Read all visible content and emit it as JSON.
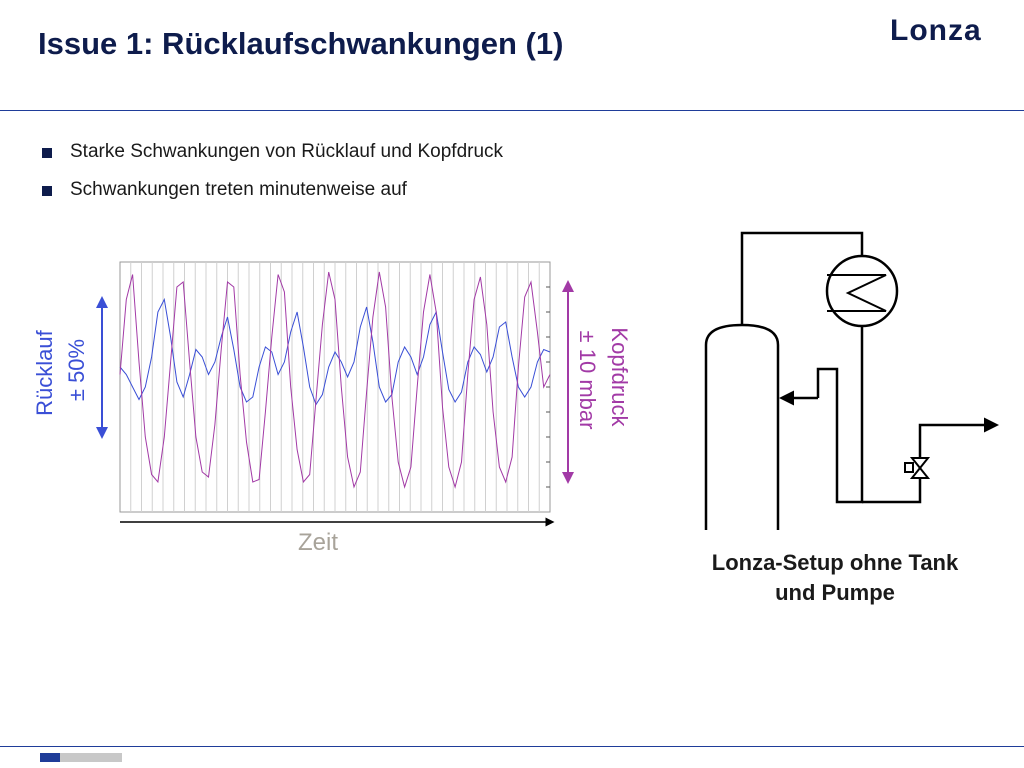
{
  "title": "Issue 1: Rücklaufschwankungen (1)",
  "logo": "Lonza",
  "bullets": [
    "Starke Schwankungen von Rücklauf und Kopfdruck",
    "Schwankungen treten minutenweise auf"
  ],
  "chart_data": {
    "type": "line",
    "xlabel": "Zeit",
    "ylabel_left": [
      "Rücklauf",
      "± 50%"
    ],
    "ylabel_right": [
      "Kopfdruck",
      "± 10 mbar"
    ],
    "grid": true,
    "series": [
      {
        "name": "Rücklauf",
        "color": "#3a4fd6",
        "values": [
          0.58,
          0.55,
          0.5,
          0.45,
          0.5,
          0.62,
          0.8,
          0.85,
          0.7,
          0.52,
          0.46,
          0.55,
          0.65,
          0.62,
          0.55,
          0.6,
          0.7,
          0.78,
          0.65,
          0.5,
          0.44,
          0.46,
          0.58,
          0.66,
          0.64,
          0.55,
          0.6,
          0.72,
          0.8,
          0.66,
          0.5,
          0.43,
          0.47,
          0.58,
          0.64,
          0.6,
          0.54,
          0.6,
          0.74,
          0.82,
          0.68,
          0.5,
          0.44,
          0.47,
          0.6,
          0.66,
          0.62,
          0.55,
          0.62,
          0.75,
          0.8,
          0.64,
          0.49,
          0.44,
          0.48,
          0.6,
          0.66,
          0.63,
          0.56,
          0.62,
          0.74,
          0.76,
          0.62,
          0.5,
          0.46,
          0.5,
          0.6,
          0.65,
          0.64
        ]
      },
      {
        "name": "Kopfdruck",
        "color": "#a23aa6",
        "values": [
          0.55,
          0.85,
          0.95,
          0.6,
          0.3,
          0.15,
          0.12,
          0.3,
          0.6,
          0.9,
          0.92,
          0.6,
          0.3,
          0.16,
          0.14,
          0.35,
          0.65,
          0.92,
          0.9,
          0.55,
          0.28,
          0.12,
          0.13,
          0.4,
          0.7,
          0.95,
          0.88,
          0.5,
          0.25,
          0.12,
          0.15,
          0.45,
          0.75,
          0.96,
          0.85,
          0.5,
          0.22,
          0.1,
          0.16,
          0.48,
          0.78,
          0.96,
          0.82,
          0.46,
          0.2,
          0.1,
          0.18,
          0.5,
          0.8,
          0.95,
          0.8,
          0.42,
          0.18,
          0.1,
          0.2,
          0.55,
          0.85,
          0.94,
          0.75,
          0.4,
          0.18,
          0.12,
          0.22,
          0.58,
          0.86,
          0.92,
          0.72,
          0.5,
          0.55
        ]
      }
    ]
  },
  "diagram_caption": [
    "Lonza-Setup ohne Tank",
    "und Pumpe"
  ]
}
